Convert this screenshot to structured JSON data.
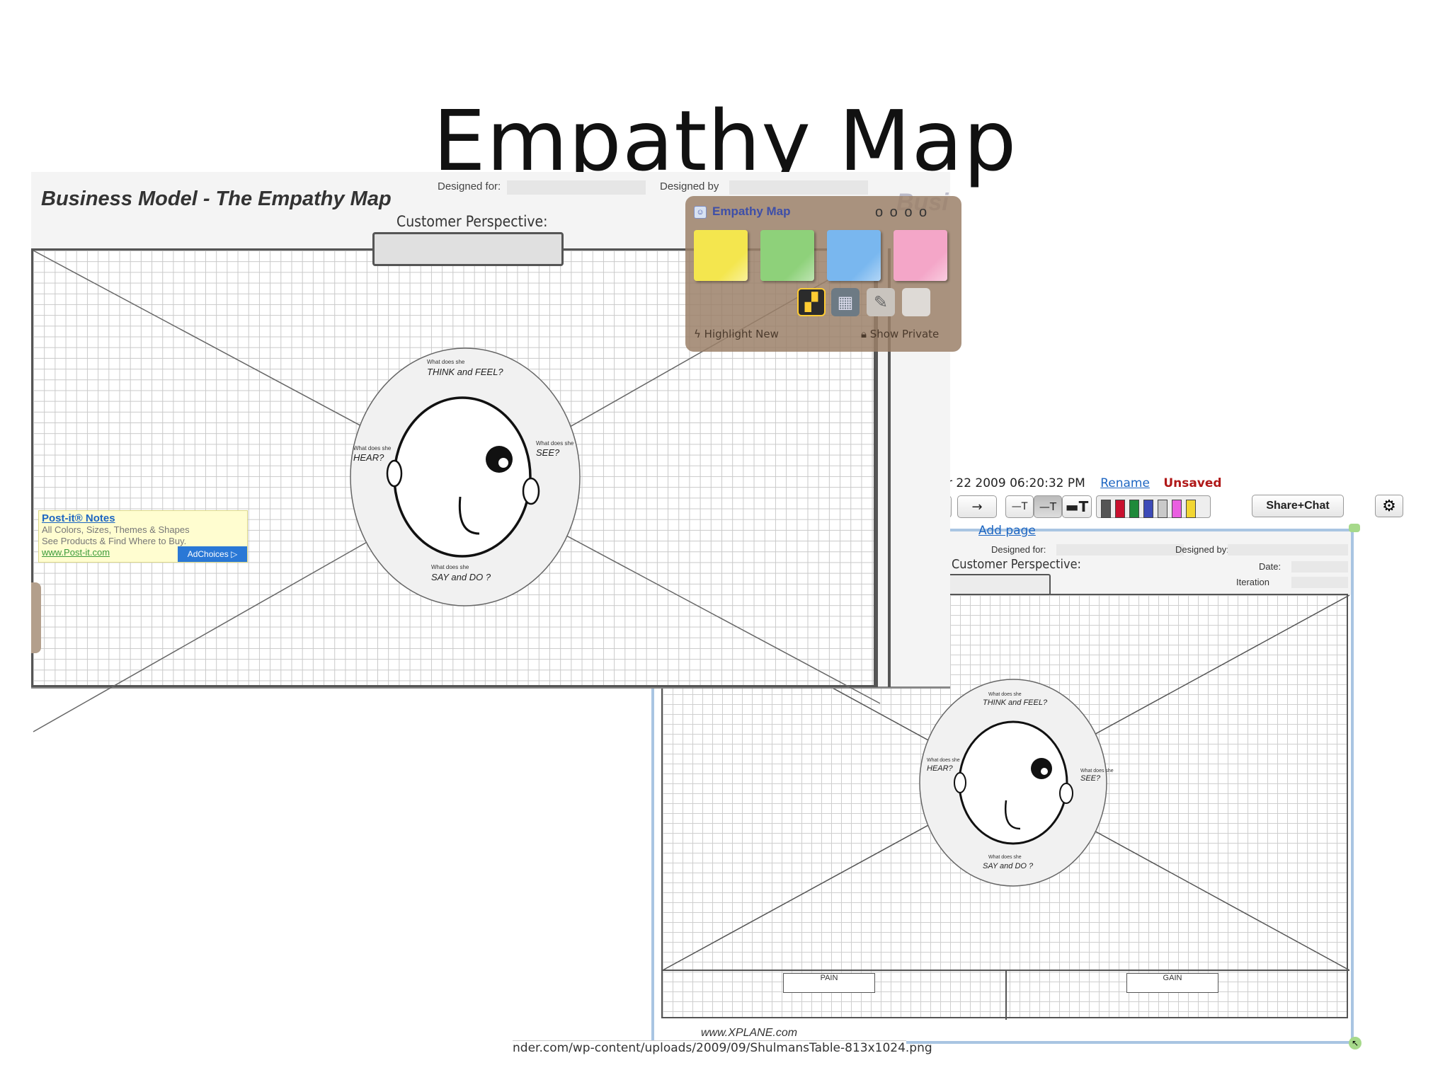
{
  "slide": {
    "title": "Empathy Map"
  },
  "left_screenshot": {
    "title": "Business Model - The Empathy Map",
    "designed_for_label": "Designed for:",
    "designed_by_label": "Designed by",
    "customer_perspective_label": "Customer Perspective:",
    "ghost_title": "Busi",
    "palette": {
      "title": "Empathy Map",
      "circles": "o o o o",
      "highlight_label": "Highlight New",
      "private_label": "Show Private",
      "sticky_colors": [
        "#f4e64e",
        "#8ed17a",
        "#79b7ef",
        "#f4a6c8"
      ]
    },
    "ad": {
      "title": "Post-it® Notes",
      "line1": "All Colors, Sizes, Themes & Shapes",
      "line2": "See Products & Find Where to Buy.",
      "link": "www.Post-it.com",
      "choices": "AdChoices ▷"
    },
    "map": {
      "think_q": "What does she",
      "think": "THINK and FEEL?",
      "hear_q": "What does she",
      "hear": "HEAR?",
      "see_q": "What does she",
      "see": "SEE?",
      "say_q": "What does she",
      "say": "SAY and DO ?"
    }
  },
  "right_screenshot": {
    "timestamp": "r 22 2009 06:20:32 PM",
    "rename": "Rename",
    "unsaved": "Unsaved",
    "share_label": "Share+Chat",
    "add_page": "Add page",
    "designed_for_label": "Designed for:",
    "designed_by_label": "Designed by:",
    "date_label": "Date:",
    "iteration_label": "Iteration",
    "customer_perspective_label": "Customer Perspective:",
    "footer_brand": "www.XPLANE.com",
    "url_fragment": "nder.com/wp-content/uploads/2009/09/ShulmansTable-813x1024.png",
    "pain": "PAIN",
    "gain": "GAIN",
    "swatch_colors": [
      "#555555",
      "#c8102e",
      "#1f8a3a",
      "#3d4bb8",
      "#c9c9c9",
      "#e95fe0",
      "#f2d632"
    ],
    "map": {
      "think_q": "What does she",
      "think": "THINK and FEEL?",
      "hear_q": "What does she",
      "hear": "HEAR?",
      "see_q": "What does she",
      "see": "SEE?",
      "say_q": "What does she",
      "say": "SAY and DO ?"
    }
  }
}
